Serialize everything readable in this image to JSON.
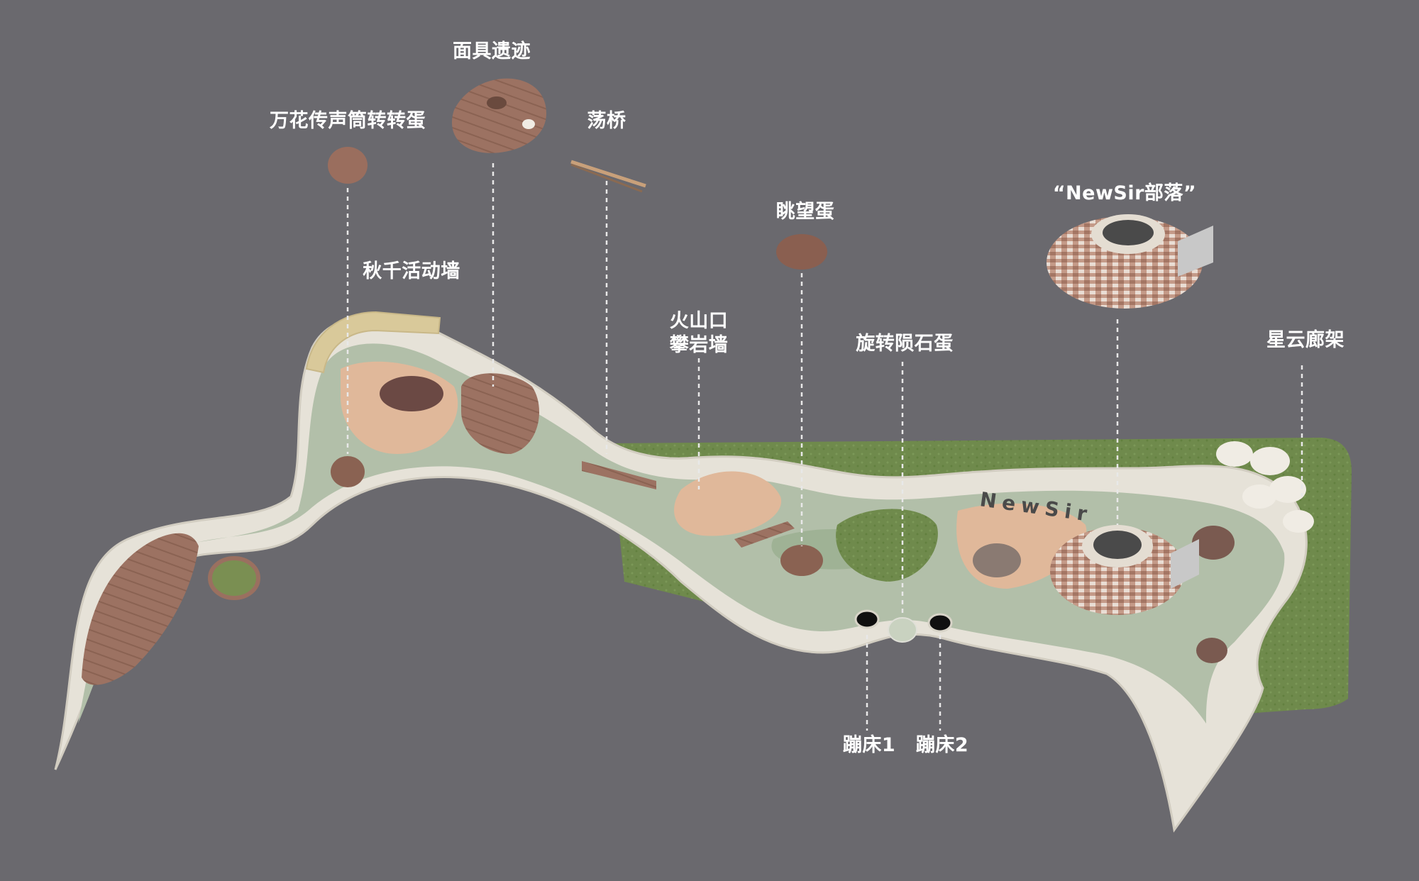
{
  "labels": {
    "kaleido_egg": "万花传声筒转转蛋",
    "mask_relic": "面具遗迹",
    "swing_bridge": "荡桥",
    "swing_wall": "秋千活动墙",
    "volcano_line1": "火山口",
    "volcano_line2": "攀岩墙",
    "lookout_egg": "眺望蛋",
    "meteor_egg": "旋转陨石蛋",
    "newsir_tribe": "“NewSir部落”",
    "nebula_pergola": "星云廊架",
    "trampoline_1": "蹦床1",
    "trampoline_2": "蹦床2"
  },
  "signage": {
    "wall_text": "NewSir"
  },
  "colors": {
    "background": "#6a696e",
    "path_cream": "#e6e2d8",
    "sage": "#b2bfa9",
    "peach": "#e0b89a",
    "deck_brown": "#9a7060",
    "lawn": "#6f8a4c",
    "leader": "#e8e8e8"
  }
}
